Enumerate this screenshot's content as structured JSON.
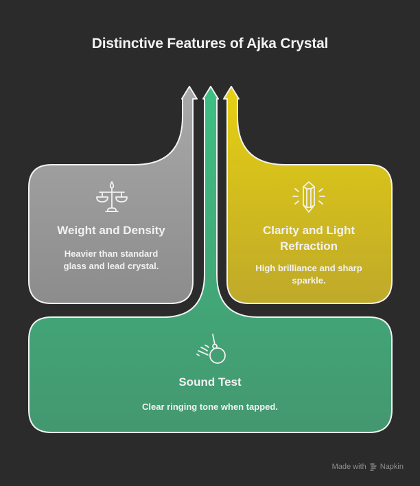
{
  "title": "Distinctive Features of Ajka Crystal",
  "colors": {
    "background": "#2b2b2b",
    "gray": "#9c9c9c",
    "green": "#3dba80",
    "yellow": "#dcc71a",
    "outline": "#f2f2f2"
  },
  "cards": [
    {
      "id": "weight",
      "icon": "balance-scale-icon",
      "title": "Weight and Density",
      "description": "Heavier than standard glass and lead crystal.",
      "description_lines": [
        "Heavier than standard",
        "glass and lead crystal."
      ],
      "color": "#9c9c9c"
    },
    {
      "id": "clarity",
      "icon": "crystal-sparkle-icon",
      "title": "Clarity and Light Refraction",
      "title_lines": [
        "Clarity and Light",
        "Refraction"
      ],
      "description": "High brilliance and sharp sparkle.",
      "description_lines": [
        "High brilliance and sharp",
        "sparkle."
      ],
      "color": "#dcc71a"
    },
    {
      "id": "sound",
      "icon": "pendulum-ring-icon",
      "title": "Sound Test",
      "description": "Clear ringing tone when tapped.",
      "color": "#3dba80"
    }
  ],
  "footer": {
    "made_with": "Made with",
    "brand": "Napkin"
  }
}
